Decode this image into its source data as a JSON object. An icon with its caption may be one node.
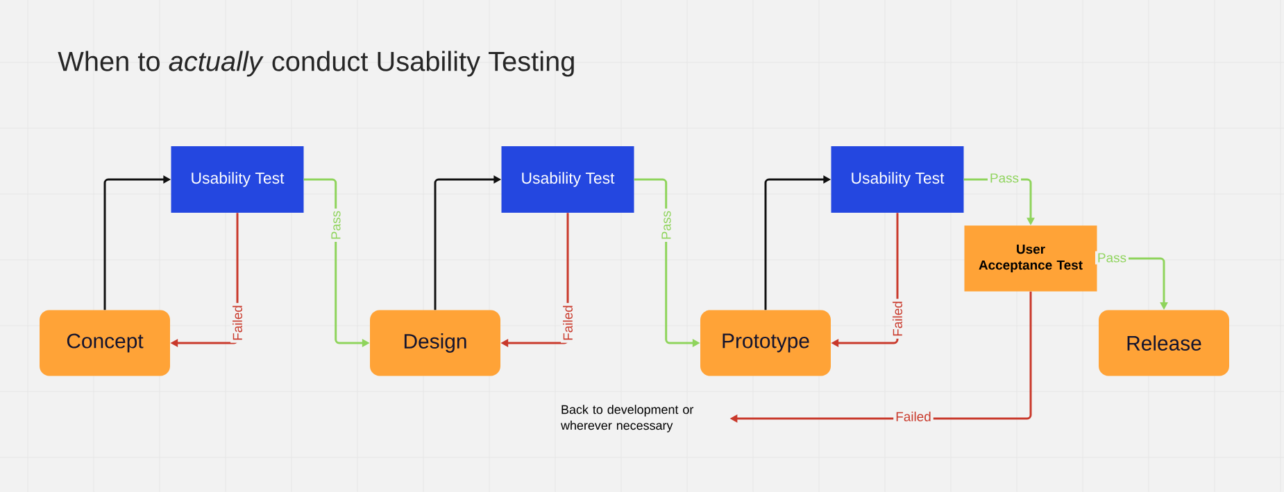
{
  "diagram": {
    "title": "When to *actually* conduct Usability Testing",
    "nodes": [
      {
        "text": [
          "Concept"
        ]
      },
      {
        "text": [
          "Usability Test"
        ]
      },
      {
        "text": [
          "Design"
        ]
      },
      {
        "text": [
          "Usability Test"
        ]
      },
      {
        "text": [
          "Prototype"
        ]
      },
      {
        "text": [
          "Usability Test"
        ]
      },
      {
        "text": [
          "User Acceptance Test"
        ]
      },
      {
        "text": [
          "Release"
        ]
      },
      {
        "text": [
          "Back to development or wherever necessary"
        ]
      }
    ],
    "edges": [
      {
        "from": 0,
        "to": 1,
        "arrow": "to",
        "color": "#111111"
      },
      {
        "from": 1,
        "to": 0,
        "arrow": "to",
        "label": "Failed",
        "color": "#c9392b"
      },
      {
        "from": 1,
        "to": 2,
        "arrow": "to",
        "label": "Pass",
        "color": "#8fd45c"
      },
      {
        "from": 2,
        "to": 3,
        "arrow": "to",
        "color": "#111111"
      },
      {
        "from": 3,
        "to": 2,
        "arrow": "to",
        "label": "Failed",
        "color": "#c9392b"
      },
      {
        "from": 3,
        "to": 4,
        "arrow": "to",
        "label": "Pass",
        "color": "#8fd45c"
      },
      {
        "from": 4,
        "to": 5,
        "arrow": "to",
        "color": "#111111"
      },
      {
        "from": 5,
        "to": 4,
        "arrow": "to",
        "label": "Failed",
        "color": "#c9392b"
      },
      {
        "from": 5,
        "to": 6,
        "arrow": "to",
        "label": "Pass",
        "color": "#8fd45c"
      },
      {
        "from": 6,
        "to": 7,
        "arrow": "to",
        "label": "Pass",
        "color": "#8fd45c"
      },
      {
        "from": 6,
        "to": 8,
        "arrow": "to",
        "label": "Failed",
        "color": "#c9392b"
      }
    ]
  }
}
